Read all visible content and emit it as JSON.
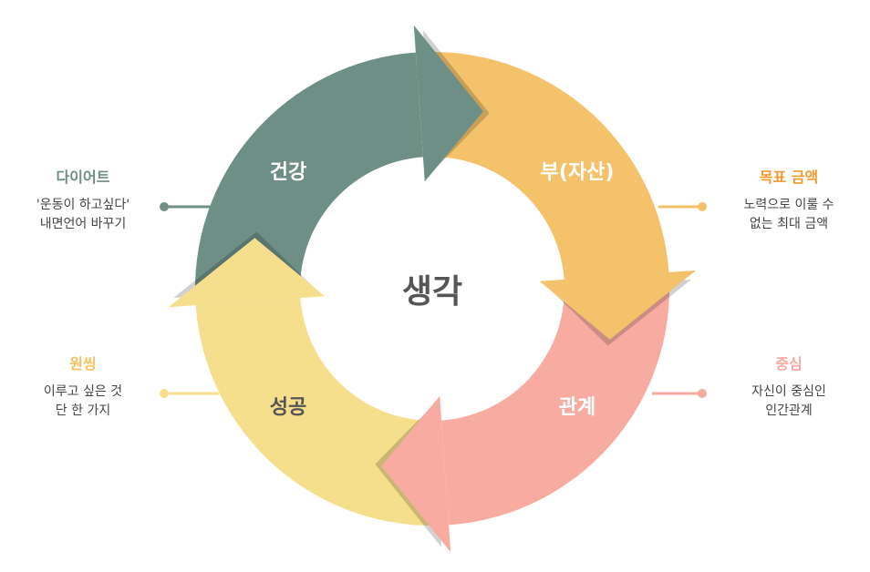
{
  "center_label": "생각",
  "segments": [
    {
      "label": "건강",
      "color": "#6e8f86"
    },
    {
      "label": "부(자산)",
      "color": "#f3c26a"
    },
    {
      "label": "관계",
      "color": "#f8aba0"
    },
    {
      "label": "성공",
      "color": "#f6df8c"
    }
  ],
  "notes": {
    "diet": {
      "title": "다이어트",
      "line1": "'운동이 하고싶다'",
      "line2": "내면언어 바꾸기",
      "color": "#6e8f86"
    },
    "goal": {
      "title": "목표 금액",
      "line1": "노력으로 이룰 수",
      "line2": "없는 최대 금액",
      "color": "#f39a2e"
    },
    "center": {
      "title": "중심",
      "line1": "자신이 중심인",
      "line2": "인간관계",
      "color": "#f7a99f"
    },
    "onething": {
      "title": "원씽",
      "line1": "이루고 싶은 것",
      "line2": "단 한 가지",
      "color": "#f6c060"
    }
  }
}
